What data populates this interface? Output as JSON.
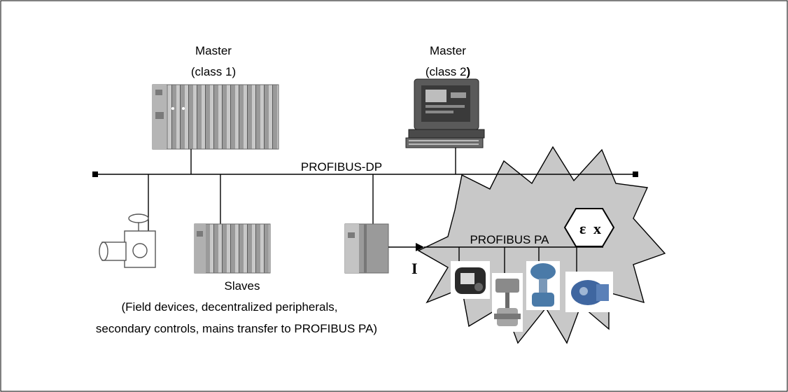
{
  "master1": {
    "line1": "Master",
    "line2": "(class 1)"
  },
  "master2": {
    "line1": "Master",
    "line2_part": "(class 2",
    "line2_bold": ")"
  },
  "bus": {
    "label": "PROFIBUS-DP"
  },
  "pa": {
    "label": "PROFIBUS PA",
    "ex_e": "ε",
    "ex_x": "x",
    "interface_label": "I"
  },
  "slaves": {
    "title": "Slaves",
    "desc1": "(Field devices, decentralized peripherals,",
    "desc2": "secondary controls, mains transfer to PROFIBUS PA)"
  },
  "colors": {
    "line": "#000000",
    "device_gray": "#8a8a8a",
    "burst_fill": "#c8c8c8"
  },
  "icons": [
    "plc-rack-icon",
    "computer-workstation-icon",
    "valve-actuator-icon",
    "io-module-icon",
    "coupler-icon",
    "field-device-icon",
    "ex-hazard-icon"
  ]
}
